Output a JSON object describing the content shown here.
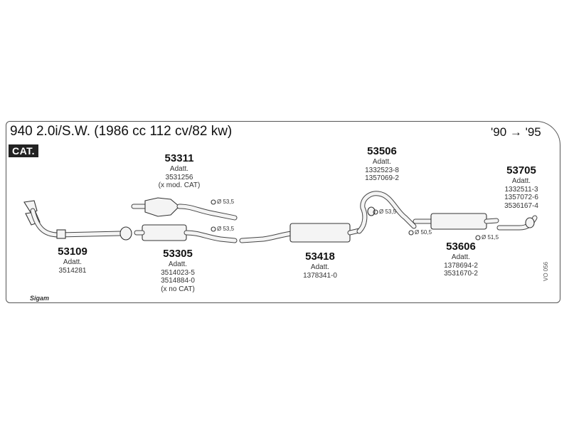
{
  "header": {
    "title": "940 2.0i/S.W. (1986 cc 112 cv/82 kw)",
    "years": "'90 → '95",
    "badge": "CAT."
  },
  "parts": [
    {
      "code": "53109",
      "note": "Adatt.",
      "refs": [
        "3514281"
      ]
    },
    {
      "code": "53311",
      "note": "Adatt.",
      "refs": [
        "3531256",
        "(x mod. CAT)"
      ]
    },
    {
      "code": "53305",
      "note": "Adatt.",
      "refs": [
        "3514023-5",
        "3514884-0",
        "(x no CAT)"
      ]
    },
    {
      "code": "53418",
      "note": "Adatt.",
      "refs": [
        "1378341-0"
      ]
    },
    {
      "code": "53506",
      "note": "Adatt.",
      "refs": [
        "1332523-8",
        "1357069-2"
      ]
    },
    {
      "code": "53606",
      "note": "Adatt.",
      "refs": [
        "1378694-2",
        "3531670-2"
      ]
    },
    {
      "code": "53705",
      "note": "Adatt.",
      "refs": [
        "1332511-3",
        "1357072-6",
        "3536167-4"
      ]
    }
  ],
  "diameters": [
    "Ø 53,5",
    "Ø 53,5",
    "Ø 53,5",
    "Ø 50,5",
    "Ø 51,5"
  ],
  "footer": {
    "vertical_code": "VO 056",
    "logo": "Sigam"
  }
}
